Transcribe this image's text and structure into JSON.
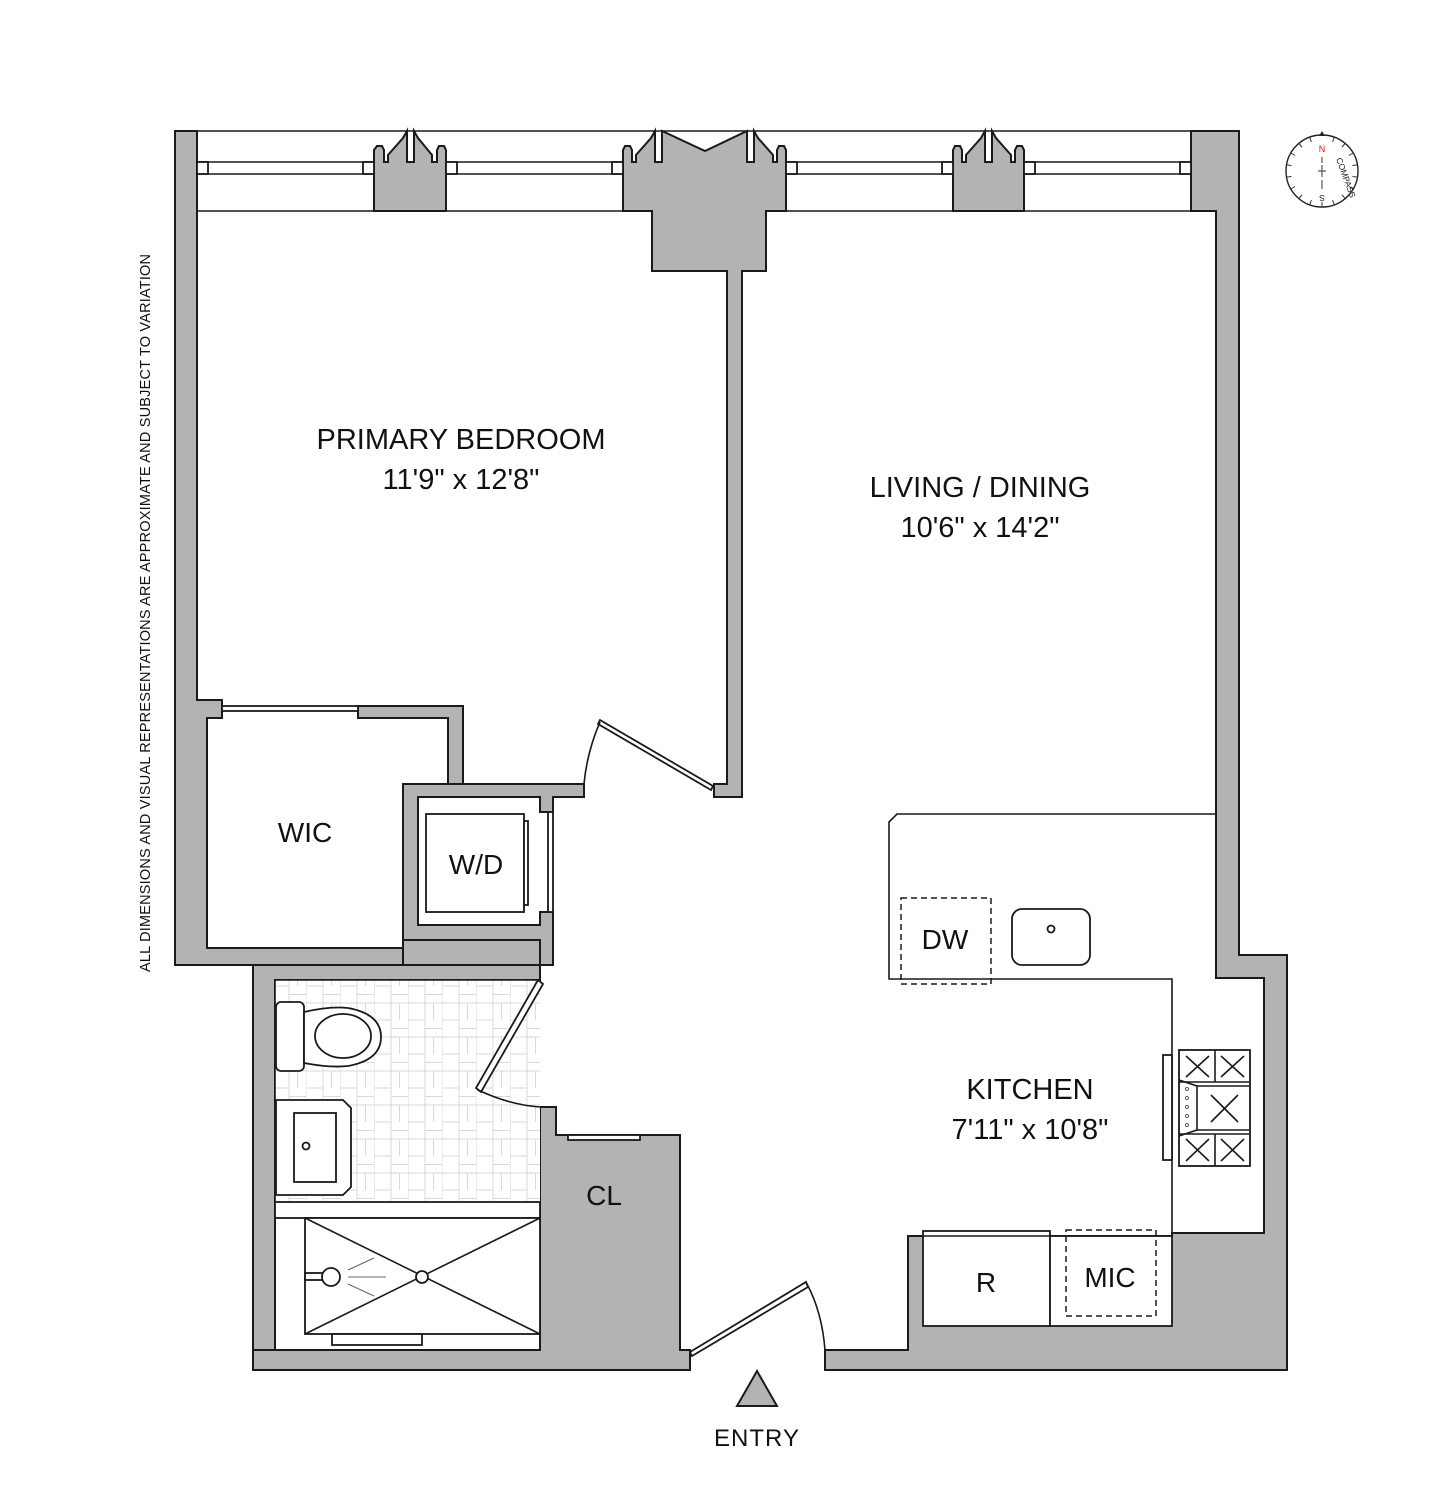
{
  "plan": {
    "disclaimer": "ALL DIMENSIONS AND VISUAL REPRESENTATIONS  ARE APPROXIMATE AND SUBJECT TO VARIATION",
    "wall_color": "#b3b3b3",
    "line_color": "#1a1a1a",
    "accent_color": "#e0191b"
  },
  "rooms": {
    "primary_bedroom": {
      "name": "PRIMARY BEDROOM",
      "dims": "11'9\" x 12'8\""
    },
    "living_dining": {
      "name": "LIVING / DINING",
      "dims": "10'6\" x 14'2\""
    },
    "kitchen": {
      "name": "KITCHEN",
      "dims": "7'11\" x 10'8\""
    },
    "wic": {
      "name": "WIC"
    },
    "wd": {
      "name": "W/D"
    },
    "closet": {
      "name": "CL"
    }
  },
  "fixtures": {
    "dishwasher": "DW",
    "refrigerator": "R",
    "microwave": "MIC"
  },
  "entry": {
    "label": "ENTRY"
  },
  "compass": {
    "north": "N",
    "south": "S",
    "ring_text": "COMPASS"
  }
}
